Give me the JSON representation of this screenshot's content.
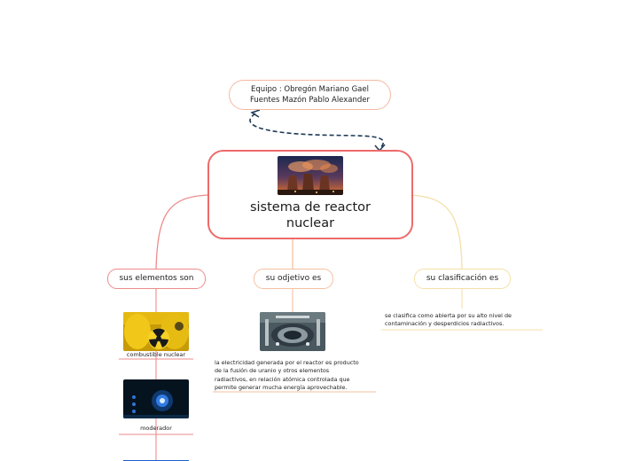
{
  "team_node": {
    "line1": "Equipo : Obregón Mariano Gael",
    "line2": "Fuentes Mazón Pablo Alexander"
  },
  "central_node": {
    "image": "nuclear-cooling-towers-photo",
    "title_line1": "sistema de reactor",
    "title_line2": "nuclear"
  },
  "branches": {
    "elementos": {
      "label": "sus elementos son"
    },
    "objetivo": {
      "label": "su odjetivo es"
    },
    "clasificacion": {
      "label": "su clasificación es"
    }
  },
  "elementos_items": [
    {
      "image": "radioactive-barrels-photo",
      "caption": "combustible nuclear"
    },
    {
      "image": "blue-reactor-core-photo",
      "caption": "moderador"
    },
    {
      "image": "blue-control-panel-photo",
      "caption": ""
    }
  ],
  "objetivo_detail": {
    "image": "reactor-interior-photo",
    "line1": "la electricidad generada por el reactor es producto",
    "line2": "de la fusión de uranio y otros elementos",
    "line3": "radiactivos, en relación atómica controlada que",
    "line4": "permite generar mucha energía aprovechable."
  },
  "clasificacion_detail": {
    "line1": "se clasifica como abierta por su alto nivel de",
    "line2": "contaminación y desperdicios radiactivos."
  },
  "colors": {
    "central_border": "#ee6a6a",
    "branch_red": "#ee8b8b",
    "branch_orange": "#f5c1a2",
    "branch_yellow": "#f5e0a8",
    "dashed_link": "#1d3a56"
  }
}
